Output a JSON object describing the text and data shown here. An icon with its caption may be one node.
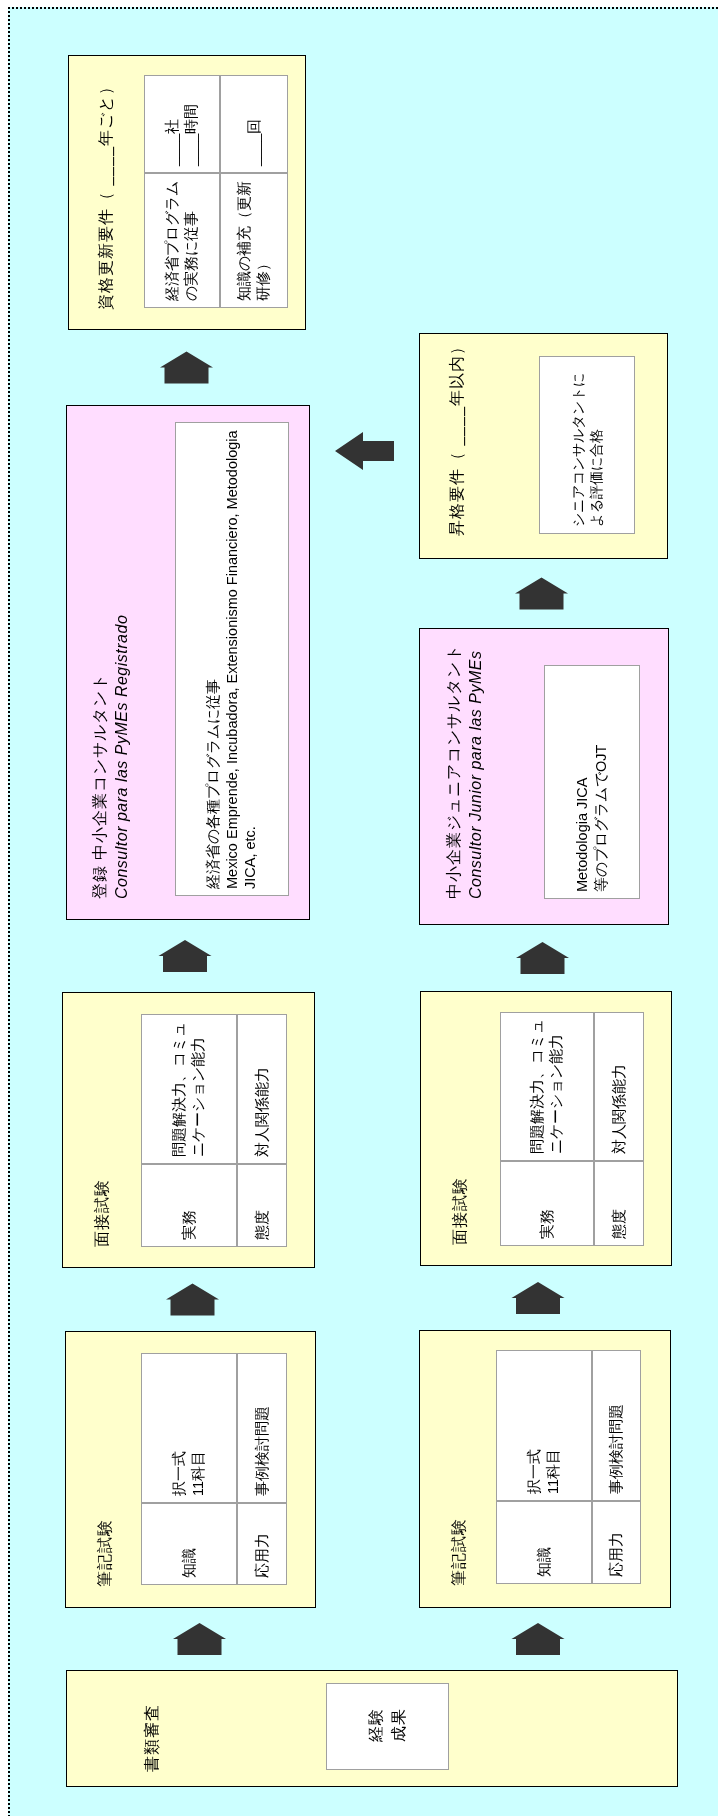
{
  "diagram": {
    "nodes": [
      {
        "text": [
          "書類審査"
        ]
      },
      {
        "text": [
          "経験",
          "成果"
        ],
        "in": 0
      },
      {
        "text": [
          "筆記試験"
        ]
      },
      {
        "text": [
          "知識"
        ],
        "in": 2
      },
      {
        "text": [
          "択一式",
          "11科目"
        ],
        "in": 2
      },
      {
        "text": [
          "応用力"
        ],
        "in": 2
      },
      {
        "text": [
          "事例検討問題"
        ],
        "in": 2
      },
      {
        "text": [
          "筆記試験"
        ]
      },
      {
        "text": [
          "知識"
        ],
        "in": 7
      },
      {
        "text": [
          "択一式",
          "11科目"
        ],
        "in": 7
      },
      {
        "text": [
          "応用力"
        ],
        "in": 7
      },
      {
        "text": [
          "事例検討問題"
        ],
        "in": 7
      },
      {
        "text": [
          "面接試験"
        ]
      },
      {
        "text": [
          "実務"
        ],
        "in": 12
      },
      {
        "text": [
          "問題解決力、コミュニケーション能力"
        ],
        "in": 12
      },
      {
        "text": [
          "態度"
        ],
        "in": 12
      },
      {
        "text": [
          "対人関係能力"
        ],
        "in": 12
      },
      {
        "text": [
          "面接試験"
        ]
      },
      {
        "text": [
          "実務"
        ],
        "in": 17
      },
      {
        "text": [
          "問題解決力、コミュニケーション能力"
        ],
        "in": 17
      },
      {
        "text": [
          "態度"
        ],
        "in": 17
      },
      {
        "text": [
          "対人関係能力"
        ],
        "in": 17
      },
      {
        "text": [
          "登録 中小企業コンサルタント",
          "Consultor para las PyMEs Registrado"
        ]
      },
      {
        "text": [
          "経済省の各種プログラムに従事",
          "Mexico Emprende, Incubadora, Extensionismo Financiero, Metodologia JICA, etc."
        ],
        "in": 22
      },
      {
        "text": [
          "中小企業ジュニアコンサルタント",
          "Consultor Junior para las PyMEs"
        ]
      },
      {
        "text": [
          "Metodologia JICA",
          "等のプログラムでOJT"
        ],
        "in": 24
      },
      {
        "text": [
          "昇格要件（ ____年以内）"
        ]
      },
      {
        "text": [
          "シニアコンサルタントによる評価に合格"
        ],
        "in": 26
      },
      {
        "text": [
          "資格更新要件（ ____年ごと）"
        ]
      },
      {
        "text": [
          "経済省プログラムの実務に従事"
        ],
        "in": 28
      },
      {
        "text": [
          "____社",
          "____時間"
        ],
        "in": 28
      },
      {
        "text": [
          "知識の補充（更新研修）"
        ],
        "in": 28
      },
      {
        "text": [
          "____回"
        ],
        "in": 28
      }
    ],
    "edges": [
      {
        "from": 0,
        "to": 2,
        "arrow": "to"
      },
      {
        "from": 0,
        "to": 7,
        "arrow": "to"
      },
      {
        "from": 2,
        "to": 12,
        "arrow": "to"
      },
      {
        "from": 7,
        "to": 17,
        "arrow": "to"
      },
      {
        "from": 12,
        "to": 22,
        "arrow": "to"
      },
      {
        "from": 17,
        "to": 24,
        "arrow": "to"
      },
      {
        "from": 24,
        "to": 26,
        "arrow": "to"
      },
      {
        "from": 26,
        "to": 22,
        "arrow": "to"
      },
      {
        "from": 22,
        "to": 28,
        "arrow": "to"
      }
    ]
  }
}
